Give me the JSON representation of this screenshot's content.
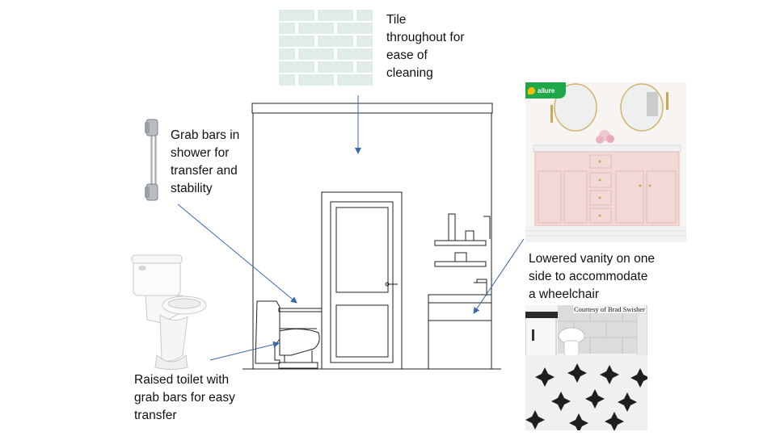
{
  "annotations": {
    "tile": "Tile\nthroughout for\nease of\ncleaning",
    "grab_bars": "Grab bars in\nshower for\ntransfer and\nstability",
    "toilet": "Raised toilet with\ngrab bars for easy\ntransfer",
    "vanity": "Lowered vanity on one\nside to accommodate\na wheelchair"
  },
  "photos": {
    "vanity_brand": "allure",
    "floor_credit": "Courtesy of Brad Swisher"
  },
  "colors": {
    "arrow": "#3a68a8",
    "vanity_cabinet": "#f3d9d6",
    "tile_glass": "#e4efec"
  }
}
